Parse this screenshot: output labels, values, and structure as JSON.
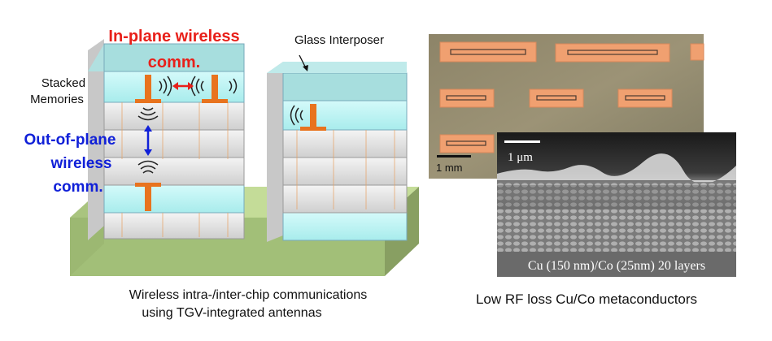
{
  "diagram": {
    "title_inplane": "In-plane wireless",
    "title_inplane_2": "comm.",
    "label_stacked": "Stacked",
    "label_stacked_2": "Memories",
    "label_outofplane": "Out-of-plane",
    "label_outofplane_2": "wireless",
    "label_outofplane_3": "comm.",
    "label_glass": "Glass Interposer",
    "caption_left": "Wireless intra-/inter-chip communications",
    "caption_left_2": "using TGV-integrated antennas"
  },
  "micrographs": {
    "optical_scale": "1 mm",
    "sem_scale": "1 μm",
    "sem_label": "Cu (150 nm)/Co (25nm) 20 layers",
    "caption_right": "Low RF loss Cu/Co metaconductors"
  },
  "colors": {
    "inplane": "#e8201a",
    "outofplane": "#1020d8",
    "antenna": "#e8731e",
    "glass": "#b8f0f0",
    "memory": "#dcdcdc",
    "substrate": "#a4c07a"
  }
}
